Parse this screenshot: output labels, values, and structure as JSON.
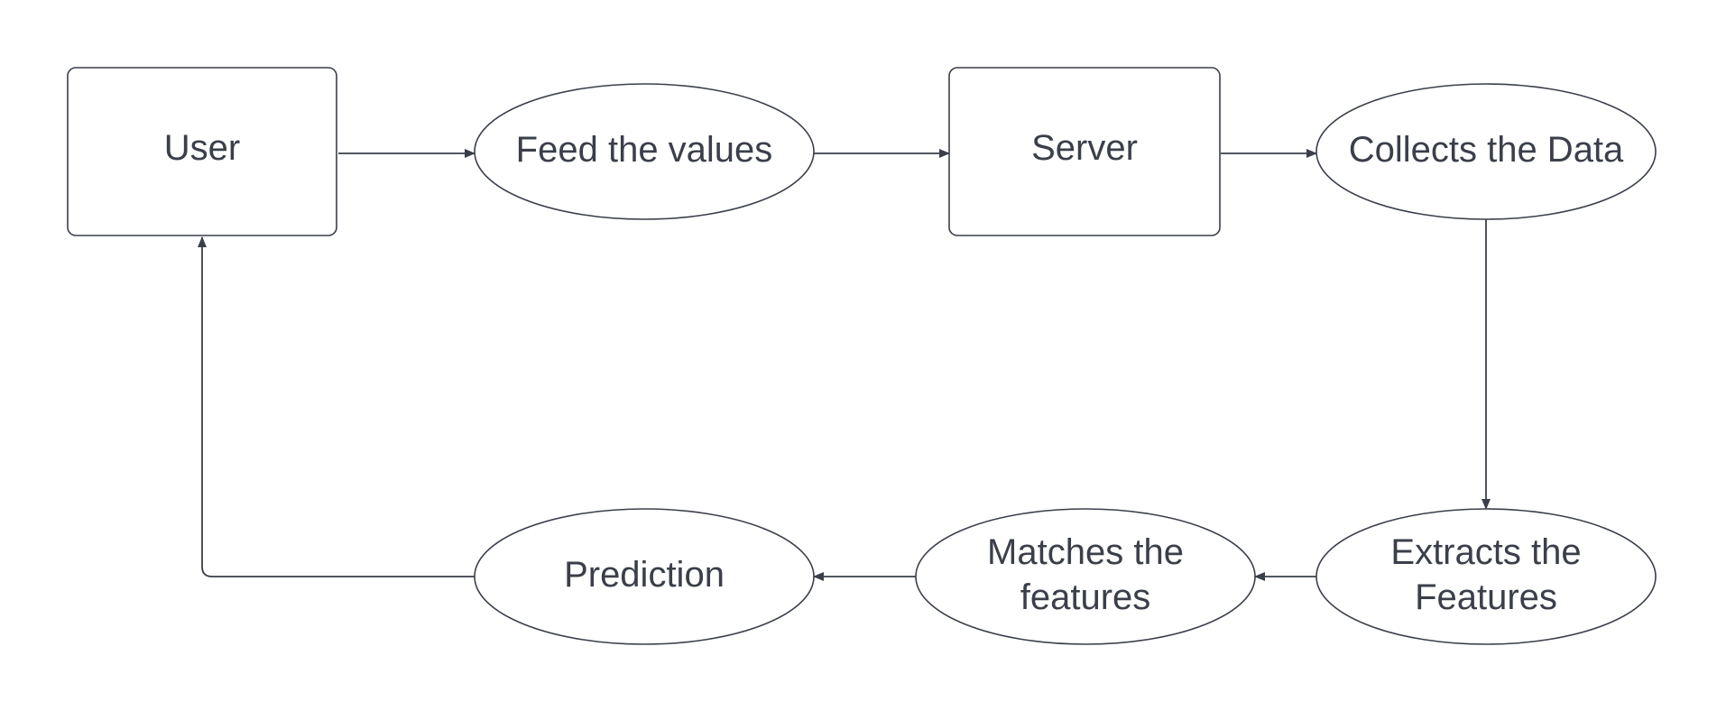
{
  "colors": {
    "stroke": "#3a3f4a",
    "text": "#3a3f4a",
    "background": "#ffffff"
  },
  "nodes": [
    {
      "id": "user",
      "shape": "rectangle",
      "lines": [
        "User"
      ]
    },
    {
      "id": "feed-values",
      "shape": "ellipse",
      "lines": [
        "Feed the values"
      ]
    },
    {
      "id": "server",
      "shape": "rectangle",
      "lines": [
        "Server"
      ]
    },
    {
      "id": "collects-data",
      "shape": "ellipse",
      "lines": [
        "Collects the Data"
      ]
    },
    {
      "id": "extracts-features",
      "shape": "ellipse",
      "lines": [
        "Extracts the",
        "Features"
      ]
    },
    {
      "id": "matches-features",
      "shape": "ellipse",
      "lines": [
        "Matches the",
        "features"
      ]
    },
    {
      "id": "prediction",
      "shape": "ellipse",
      "lines": [
        "Prediction"
      ]
    }
  ],
  "edges": [
    {
      "from": "user",
      "to": "feed-values"
    },
    {
      "from": "feed-values",
      "to": "server"
    },
    {
      "from": "server",
      "to": "collects-data"
    },
    {
      "from": "collects-data",
      "to": "extracts-features"
    },
    {
      "from": "extracts-features",
      "to": "matches-features"
    },
    {
      "from": "matches-features",
      "to": "prediction"
    },
    {
      "from": "prediction",
      "to": "user"
    }
  ]
}
